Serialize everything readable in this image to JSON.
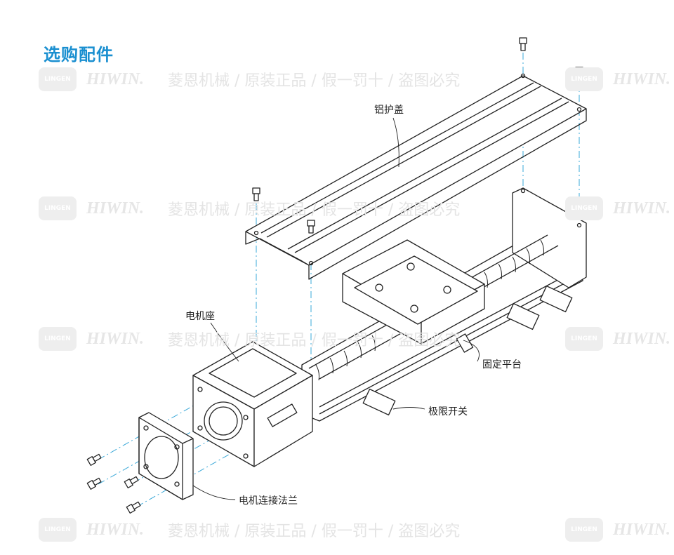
{
  "title": "选购配件",
  "watermark": {
    "logo": "LINGEN",
    "brand": "HIWIN.",
    "text": "菱恩机械 / 原装正品 / 假一罚十 / 盗图必究"
  },
  "labels": {
    "cover": "铝护盖",
    "motor_seat": "电机座",
    "platform": "固定平台",
    "limit_switch": "极限开关",
    "flange": "电机连接法兰"
  },
  "colors": {
    "title": "#1a8fd0",
    "guide": "#3aa8d8"
  }
}
